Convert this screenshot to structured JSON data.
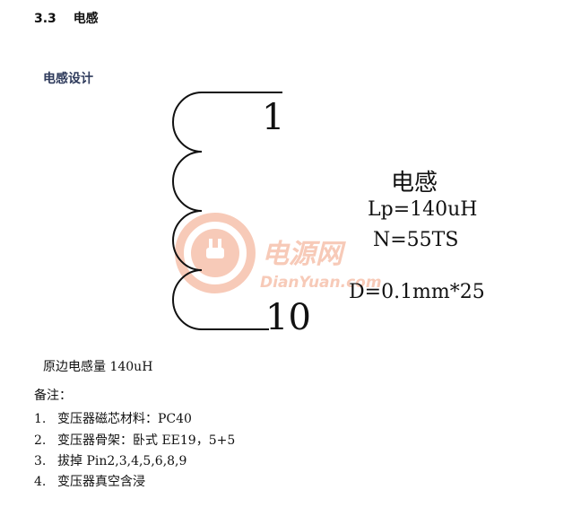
{
  "section": {
    "number": "3.3",
    "title": "电感"
  },
  "design_label": "电感设计",
  "diagram": {
    "start_pin": "1",
    "end_pin": "10",
    "title": "电感",
    "lp": "Lp=140uH",
    "turns": "N=55TS",
    "wire": "D=0.1mm*25"
  },
  "watermark": {
    "brand": "电源网",
    "site": "DianYuan.com",
    "color": "#e8541e"
  },
  "primary_inductance": "原边电感量  140uH",
  "notes": {
    "title": "备注：",
    "items": [
      {
        "index": "1.",
        "text": "变压器磁芯材料：PC40"
      },
      {
        "index": "2.",
        "text": "变压器骨架：卧式 EE19，5+5"
      },
      {
        "index": "3.",
        "text": "拔掉 Pin2,3,4,5,6,8,9"
      },
      {
        "index": "4.",
        "text": "变压器真空含浸"
      }
    ]
  }
}
